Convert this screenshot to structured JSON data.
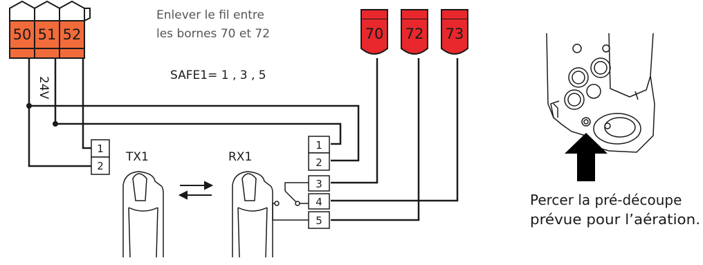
{
  "colors": {
    "terminal_orange": "#f26b3a",
    "terminal_red": "#e8282c",
    "wire": "#1a1a1a"
  },
  "terminals_left": [
    "50",
    "51",
    "52"
  ],
  "terminals_right": [
    "70",
    "72",
    "73"
  ],
  "voltage_label": "24V",
  "note": {
    "line1": "Enlever le fil entre",
    "line2": "les bornes 70 et 72"
  },
  "safe_label": "SAFE1= 1 , 3 , 5",
  "tx": {
    "name": "TX1",
    "terminals": [
      "1",
      "2"
    ]
  },
  "rx": {
    "name": "RX1",
    "terminals": [
      "1",
      "2",
      "3",
      "4",
      "5"
    ]
  },
  "caption": {
    "line1": "Percer la pré-découpe",
    "line2": "prévue pour l’aération."
  },
  "icons": {
    "signal": "bidirectional-arrows-icon",
    "relay": "relay-contact-icon",
    "pointer": "up-arrow-icon"
  }
}
